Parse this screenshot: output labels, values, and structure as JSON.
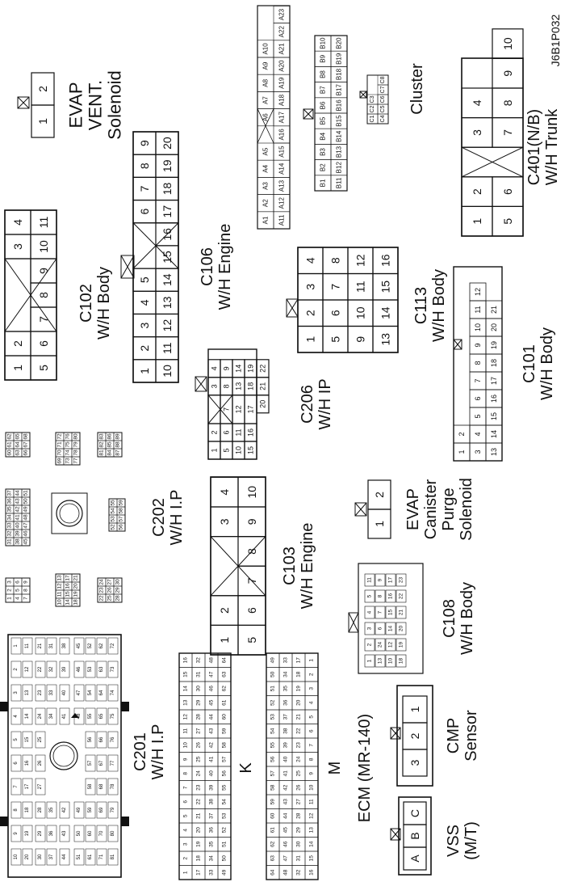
{
  "figure_id": "J6B1P032",
  "connectors": [
    {
      "id": "C102",
      "title": "C102",
      "subtitle": "W/H Body",
      "rows": [
        [
          "1",
          "2",
          "X",
          "3",
          "4"
        ],
        [
          "5",
          "6",
          "7",
          "8",
          "9",
          "10",
          "11"
        ]
      ]
    },
    {
      "id": "EVAP_VENT",
      "title": "EVAP",
      "subtitle": "VENT.",
      "subtitle2": "Solenoid",
      "rows": [
        [
          "1",
          "2"
        ]
      ]
    },
    {
      "id": "C106",
      "title": "C106",
      "subtitle": "W/H Engine",
      "rows": [
        [
          "1",
          "2",
          "3",
          "4",
          "5",
          "X",
          "6",
          "7",
          "8",
          "9"
        ],
        [
          "10",
          "11",
          "12",
          "13",
          "14",
          "15",
          "16",
          "17",
          "18",
          "19",
          "20"
        ]
      ]
    },
    {
      "id": "C113",
      "title": "C113",
      "subtitle": "W/H Body",
      "rows": [
        [
          "1",
          "2",
          "3",
          "4"
        ],
        [
          "5",
          "6",
          "7",
          "8"
        ],
        [
          "9",
          "10",
          "11",
          "12"
        ],
        [
          "13",
          "14",
          "15",
          "16"
        ]
      ]
    },
    {
      "id": "C206",
      "title": "C206",
      "subtitle": "W/H IP",
      "rows": [
        [
          "1",
          "2",
          "X",
          "3",
          "4"
        ],
        [
          "5",
          "6",
          "7",
          "8",
          "9"
        ],
        [
          "10",
          "11",
          "12",
          "13",
          "14"
        ],
        [
          "15",
          "16",
          "17",
          "18",
          "19"
        ],
        [
          "20",
          "21",
          "22"
        ]
      ]
    },
    {
      "id": "C101",
      "title": "C101",
      "subtitle": "W/H Body",
      "rows": [
        [
          "1",
          "2"
        ],
        [
          "3",
          "4",
          "5",
          "6",
          "7",
          "8",
          "9",
          "10",
          "11",
          "12"
        ],
        [
          "13",
          "14",
          "15",
          "16",
          "17",
          "18",
          "19",
          "20",
          "21"
        ]
      ]
    },
    {
      "id": "CLUSTER",
      "title": "Cluster",
      "a_rows": [
        [
          "A1",
          "A2",
          "A3",
          "A4",
          "A5",
          "",
          "A6",
          "A7",
          "A8",
          "A9",
          "A10"
        ],
        [
          "A11",
          "A12",
          "A13",
          "A14",
          "A15",
          "A16",
          "A17",
          "A18",
          "A19",
          "A20",
          "A21",
          "A22",
          "A23"
        ]
      ],
      "b_rows": [
        [
          "B1",
          "B2",
          "B3",
          "B4",
          "B5",
          "B6",
          "B7",
          "B8",
          "B9",
          "B10"
        ],
        [
          "B11",
          "B12",
          "B13",
          "B14",
          "B15",
          "B16",
          "B17",
          "B18",
          "B19",
          "B20"
        ]
      ],
      "c_rows": [
        [
          "C1",
          "C2",
          "C3"
        ],
        [
          "C4",
          "C5",
          "C6",
          "C7",
          "C8"
        ]
      ]
    },
    {
      "id": "C401",
      "title": "C401(N/B)",
      "subtitle": "W/H Trunk",
      "rows": [
        [
          "1",
          "2",
          "X",
          "3",
          "4"
        ],
        [
          "5",
          "6",
          "7",
          "8",
          "9",
          "10"
        ]
      ]
    },
    {
      "id": "C202",
      "title": "C202",
      "subtitle": "W/H I.P",
      "groups": [
        [
          "1",
          "2",
          "3",
          "4",
          "5",
          "6",
          "7",
          "8",
          "9"
        ],
        [
          "10",
          "11",
          "12",
          "13",
          "14",
          "15",
          "16",
          "17",
          "18",
          "19",
          "20",
          "21"
        ],
        [
          "22",
          "23",
          "24",
          "25",
          "26",
          "27",
          "28",
          "29",
          "30"
        ],
        [
          "31",
          "32",
          "33",
          "34",
          "35",
          "36",
          "37",
          "38",
          "39",
          "40",
          "41",
          "42",
          "43",
          "44",
          "45",
          "46",
          "47",
          "48",
          "49",
          "50",
          "51"
        ],
        [
          "52",
          "53",
          "54",
          "55",
          "56",
          "57",
          "58",
          "59"
        ],
        [
          "60",
          "61",
          "62",
          "63",
          "64",
          "65",
          "66",
          "67",
          "68"
        ],
        [
          "69",
          "70",
          "71",
          "72",
          "73",
          "74",
          "75",
          "76",
          "77",
          "78",
          "79",
          "80"
        ],
        [
          "81",
          "82",
          "83",
          "84",
          "85",
          "86",
          "87",
          "88",
          "89"
        ]
      ]
    },
    {
      "id": "C103",
      "title": "C103",
      "subtitle": "W/H Engine",
      "rows": [
        [
          "1",
          "2",
          "X",
          "3",
          "4"
        ],
        [
          "5",
          "6",
          "7",
          "8",
          "9",
          "10"
        ]
      ]
    },
    {
      "id": "EVAP_CANISTER",
      "title": "EVAP",
      "subtitle": "Canister",
      "subtitle2": "Purge",
      "subtitle3": "Solenoid",
      "rows": [
        [
          "1",
          "2"
        ]
      ]
    },
    {
      "id": "C108",
      "title": "C108",
      "subtitle": "W/H Body",
      "rows": [
        [
          "1",
          "2",
          "3",
          "4",
          "5",
          "11",
          "13",
          "24"
        ],
        [
          "6",
          "7",
          "8",
          "9",
          "10",
          "12",
          "14",
          "15",
          "16",
          "17",
          "18",
          "19",
          "20",
          "21",
          "22",
          "23"
        ]
      ]
    },
    {
      "id": "CMP",
      "title": "CMP",
      "subtitle": "Sensor",
      "rows": [
        [
          "3",
          "2",
          "1"
        ]
      ]
    },
    {
      "id": "VSS",
      "title": "VSS",
      "subtitle": "(M/T)",
      "rows": [
        [
          "A",
          "B",
          "C"
        ]
      ]
    },
    {
      "id": "C201",
      "title": "C201",
      "subtitle": "W/H I.P",
      "labels": [
        "1",
        "2",
        "3",
        "4",
        "5",
        "6",
        "7",
        "8",
        "9",
        "10",
        "11",
        "12",
        "13",
        "14",
        "15",
        "16",
        "17",
        "18",
        "19",
        "20",
        "21",
        "22",
        "23",
        "24",
        "25",
        "26",
        "27",
        "28",
        "29",
        "30",
        "31",
        "32",
        "33",
        "34",
        "35",
        "36",
        "37",
        "38",
        "39",
        "40",
        "41",
        "42",
        "43",
        "44",
        "45",
        "46",
        "47",
        "48",
        "49",
        "50",
        "51",
        "52",
        "53",
        "54",
        "55",
        "56",
        "57",
        "58",
        "59",
        "60",
        "61",
        "62",
        "63",
        "64",
        "65",
        "66",
        "67",
        "68",
        "69",
        "70",
        "71",
        "72",
        "73",
        "74",
        "75",
        "76",
        "77",
        "78",
        "79",
        "80",
        "81",
        "82"
      ]
    },
    {
      "id": "ECM",
      "title": "ECM (MR-140)",
      "block_k": "K",
      "block_m": "M",
      "k_rows": [
        [
          "1",
          "2",
          "3",
          "4",
          "5",
          "6",
          "7",
          "8",
          "9",
          "10",
          "11",
          "12",
          "13",
          "14",
          "15",
          "16"
        ],
        [
          "17",
          "18",
          "19",
          "20",
          "21",
          "22",
          "23",
          "24",
          "25",
          "26",
          "27",
          "28",
          "29",
          "30",
          "31",
          "32"
        ],
        [
          "33",
          "34",
          "35",
          "36",
          "37",
          "38",
          "39",
          "40",
          "41",
          "42",
          "43",
          "44",
          "45",
          "46",
          "47",
          "48"
        ],
        [
          "49",
          "50",
          "51",
          "52",
          "53",
          "54",
          "55",
          "56",
          "57",
          "58",
          "59",
          "60",
          "61",
          "62",
          "63",
          "64"
        ]
      ],
      "m_rows": [
        [
          "64",
          "63",
          "62",
          "61",
          "60",
          "59",
          "58",
          "57",
          "56",
          "55",
          "54",
          "53",
          "52",
          "51",
          "50",
          "49"
        ],
        [
          "48",
          "47",
          "46",
          "45",
          "44",
          "43",
          "42",
          "41",
          "40",
          "39",
          "38",
          "37",
          "36",
          "35",
          "34",
          "33"
        ],
        [
          "32",
          "31",
          "30",
          "29",
          "28",
          "27",
          "26",
          "25",
          "24",
          "23",
          "22",
          "21",
          "20",
          "19",
          "18",
          "17"
        ],
        [
          "16",
          "15",
          "14",
          "13",
          "12",
          "11",
          "10",
          "9",
          "8",
          "7",
          "6",
          "5",
          "4",
          "3",
          "2",
          "1"
        ]
      ]
    }
  ]
}
